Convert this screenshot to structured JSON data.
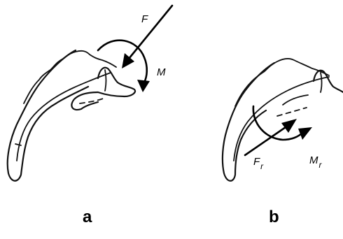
{
  "panels": [
    {
      "label": "a",
      "force_label": "F",
      "moment_label": "M"
    },
    {
      "label": "b",
      "force_label": "F",
      "force_subscript": "r",
      "moment_label": "M",
      "moment_subscript": "r"
    }
  ]
}
